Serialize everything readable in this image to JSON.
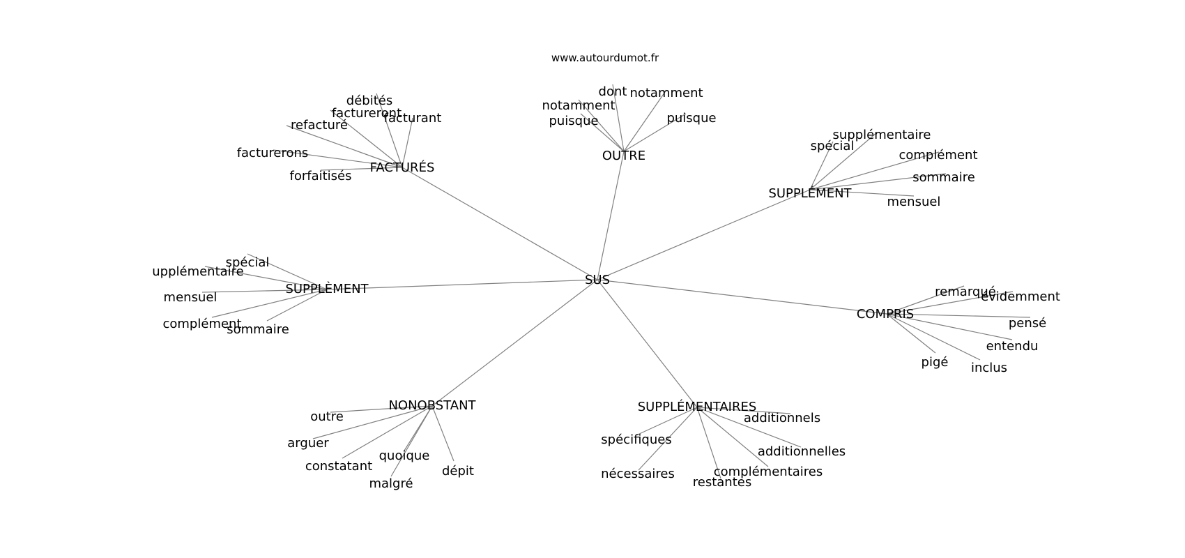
{
  "source": "www.autourdumot.fr",
  "root": {
    "label": "SUS"
  },
  "hubs": [
    {
      "id": "factures",
      "label": "FACTURÉS",
      "children": [
        "débités",
        "facturant",
        "factureront",
        "refacturé",
        "facturerons",
        "forfaitisés"
      ]
    },
    {
      "id": "outre",
      "label": "OUTRE",
      "children": [
        "dont",
        "notamment",
        "notamment",
        "puisque",
        "puisque"
      ]
    },
    {
      "id": "supplement-right",
      "label": "SUPPLÉMENT",
      "children": [
        "spécial",
        "supplémentaire",
        "complément",
        "sommaire",
        "mensuel"
      ]
    },
    {
      "id": "supplement-left",
      "label": "SUPPLÈMENT",
      "children": [
        "spécial",
        "upplémentaire",
        "mensuel",
        "complément",
        "sommaire"
      ]
    },
    {
      "id": "compris",
      "label": "COMPRIS",
      "children": [
        "remarqué",
        "évidemment",
        "pensé",
        "entendu",
        "inclus",
        "pigé"
      ]
    },
    {
      "id": "nonobstant",
      "label": "NONOBSTANT",
      "children": [
        "outre",
        "arguer",
        "constatant",
        "quoique",
        "malgré",
        "dépit"
      ]
    },
    {
      "id": "supplementaires",
      "label": "SUPPLÉMENTAIRES",
      "children": [
        "additionnels",
        "spécifiques",
        "additionnelles",
        "complémentaires",
        "restantes",
        "nécessaires"
      ]
    }
  ]
}
